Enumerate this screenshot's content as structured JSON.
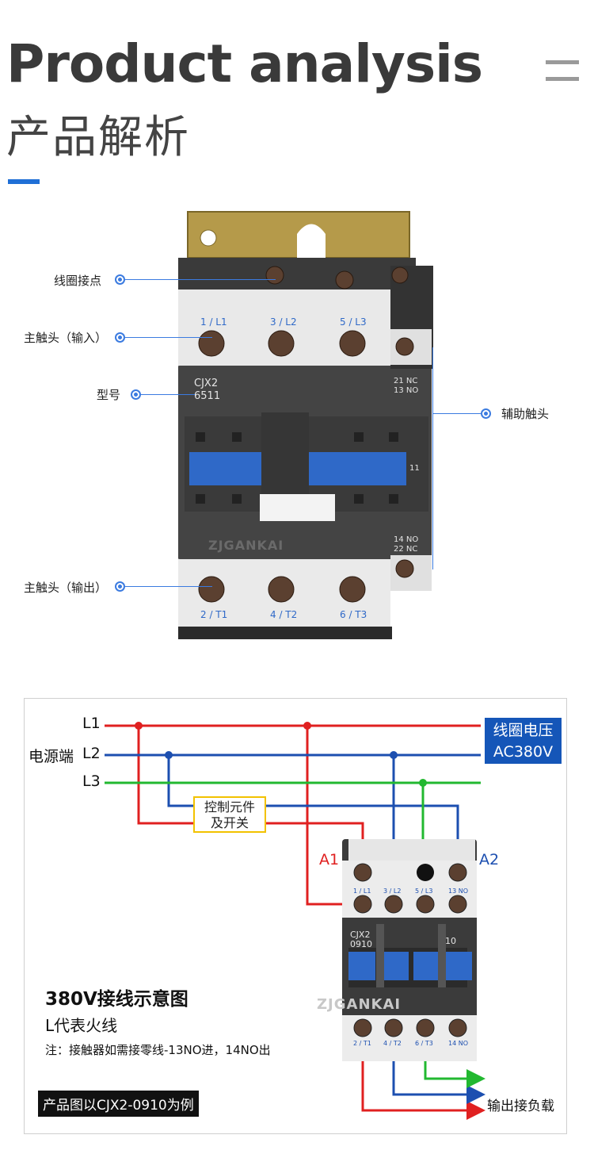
{
  "header": {
    "title_en": "Product analysis",
    "title_cn": "产品解析"
  },
  "photo": {
    "brand": "ZJGANKAI",
    "model_line1": "CJX2",
    "model_line2": "6511",
    "input_terminals": [
      "1 / L1",
      "3 / L2",
      "5 / L3"
    ],
    "output_terminals": [
      "2 / T1",
      "4 / T2",
      "6 / T3"
    ],
    "aux_top": [
      "21 NC",
      "13 NO"
    ],
    "aux_mid": "11",
    "aux_bottom": [
      "14 NO",
      "22 NC"
    ]
  },
  "callouts": {
    "coil_contact": "线圈接点",
    "main_input": "主触头（输入）",
    "model": "型号",
    "aux_contact": "辅助触头",
    "main_output": "主触头（输出）"
  },
  "diagram": {
    "line_labels": [
      "L1",
      "L2",
      "L3"
    ],
    "power_source": "电源端",
    "coil_voltage": [
      "线圈电压",
      "AC380V"
    ],
    "control": [
      "控制元件",
      "及开关"
    ],
    "a1": "A1",
    "a2": "A2",
    "contactor_model": [
      "CJX2",
      "0910"
    ],
    "contactor_aux": "10",
    "top_terminals": [
      "1 / L1",
      "3 / L2",
      "5 / L3",
      "13 NO"
    ],
    "bottom_terminals": [
      "2 / T1",
      "4 / T2",
      "6 / T3",
      "14 NO"
    ],
    "brand": "ZJGANKAI",
    "title": "380V接线示意图",
    "subtitle": "L代表火线",
    "note": "注：接触器如需接零线-13NO进，14NO出",
    "example": "产品图以CJX2-0910为例",
    "output": "输出接负载"
  },
  "colors": {
    "accent": "#1f6fd6",
    "l1": "#e02020",
    "l2": "#1c4fb0",
    "l3": "#22b830",
    "coil_box": "#1556b8",
    "control_border": "#f2c200",
    "callout": "#3b7be0"
  }
}
